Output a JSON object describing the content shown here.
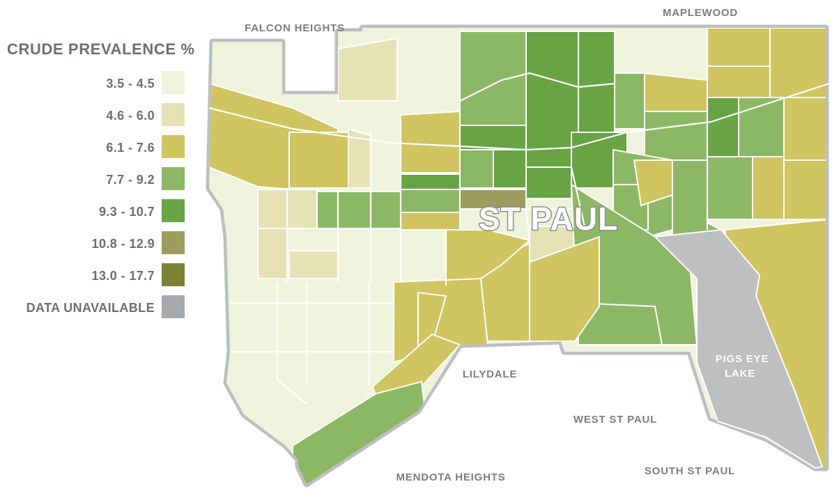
{
  "legend": {
    "title": "CRUDE PREVALENCE %",
    "items": [
      {
        "label": "3.5 - 4.5",
        "color": "#eff3dc"
      },
      {
        "label": "4.6 - 6.0",
        "color": "#e6e2b6"
      },
      {
        "label": "6.1 - 7.6",
        "color": "#cfc45f"
      },
      {
        "label": "7.7 - 9.2",
        "color": "#8cb865"
      },
      {
        "label": "9.3 - 10.7",
        "color": "#68a344"
      },
      {
        "label": "10.8 - 12.9",
        "color": "#9e9c5d"
      },
      {
        "label": "13.0 - 17.7",
        "color": "#7d8133"
      },
      {
        "label": "DATA UNAVAILABLE",
        "color": "#a7a9ac"
      }
    ]
  },
  "map": {
    "title": "ST PAUL",
    "neighbors": {
      "falcon_heights": "FALCON HEIGHTS",
      "maplewood": "MAPLEWOOD",
      "lilydale": "LILYDALE",
      "west_st_paul": "WEST ST PAUL",
      "mendota_heights": "MENDOTA HEIGHTS",
      "south_st_paul": "SOUTH ST PAUL",
      "lake_line1": "PIGS EYE",
      "lake_line2": "LAKE"
    },
    "border_color": "#bcbec0",
    "lake_color": "#bcbec0"
  }
}
